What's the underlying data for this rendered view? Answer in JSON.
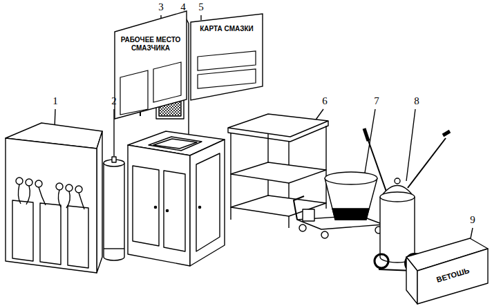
{
  "diagram": {
    "nodes": [
      {
        "text": [
          "РАБОЧЕЕ МЕСТО СМАЗЧИКА"
        ]
      },
      {
        "text": [
          "КАРТА СМАЗКИ"
        ]
      },
      {
        "text": [
          "ВЕТОШЬ"
        ]
      }
    ],
    "labels": [
      "1",
      "2",
      "3",
      "4",
      "5",
      "6",
      "7",
      "8",
      "9"
    ]
  }
}
